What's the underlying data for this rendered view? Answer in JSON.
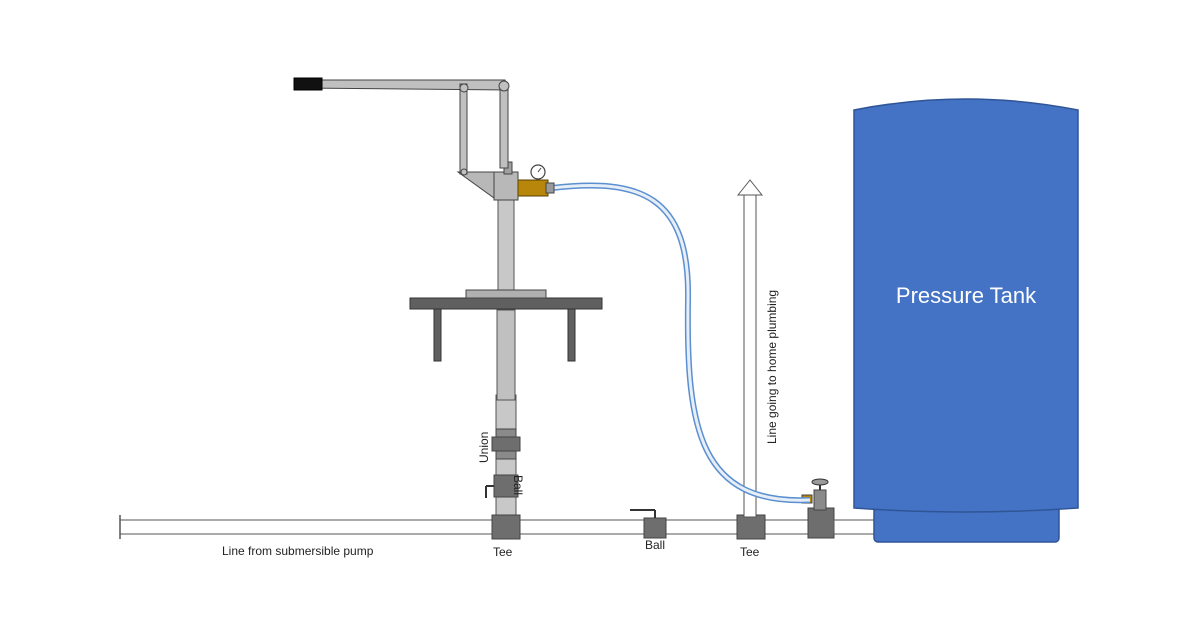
{
  "labels": {
    "pressure_tank": "Pressure Tank",
    "line_home": "Line going to home plumbing",
    "line_pump": "Line from submersible pump",
    "tee_left": "Tee",
    "tee_right": "Tee",
    "ball_bottom": "Ball",
    "ball_vertical": "Ball",
    "union": "Union"
  },
  "colors": {
    "tank": "#4472c4",
    "metal": "#c0c0c0",
    "fitting": "#707070",
    "platform": "#606060",
    "hose": "#5b8fd0",
    "brass": "#b8860b",
    "handle_grip": "#111111"
  },
  "icons": {
    "pressure_gauge": "gauge-icon",
    "arrow_up": "arrow-up-icon"
  }
}
